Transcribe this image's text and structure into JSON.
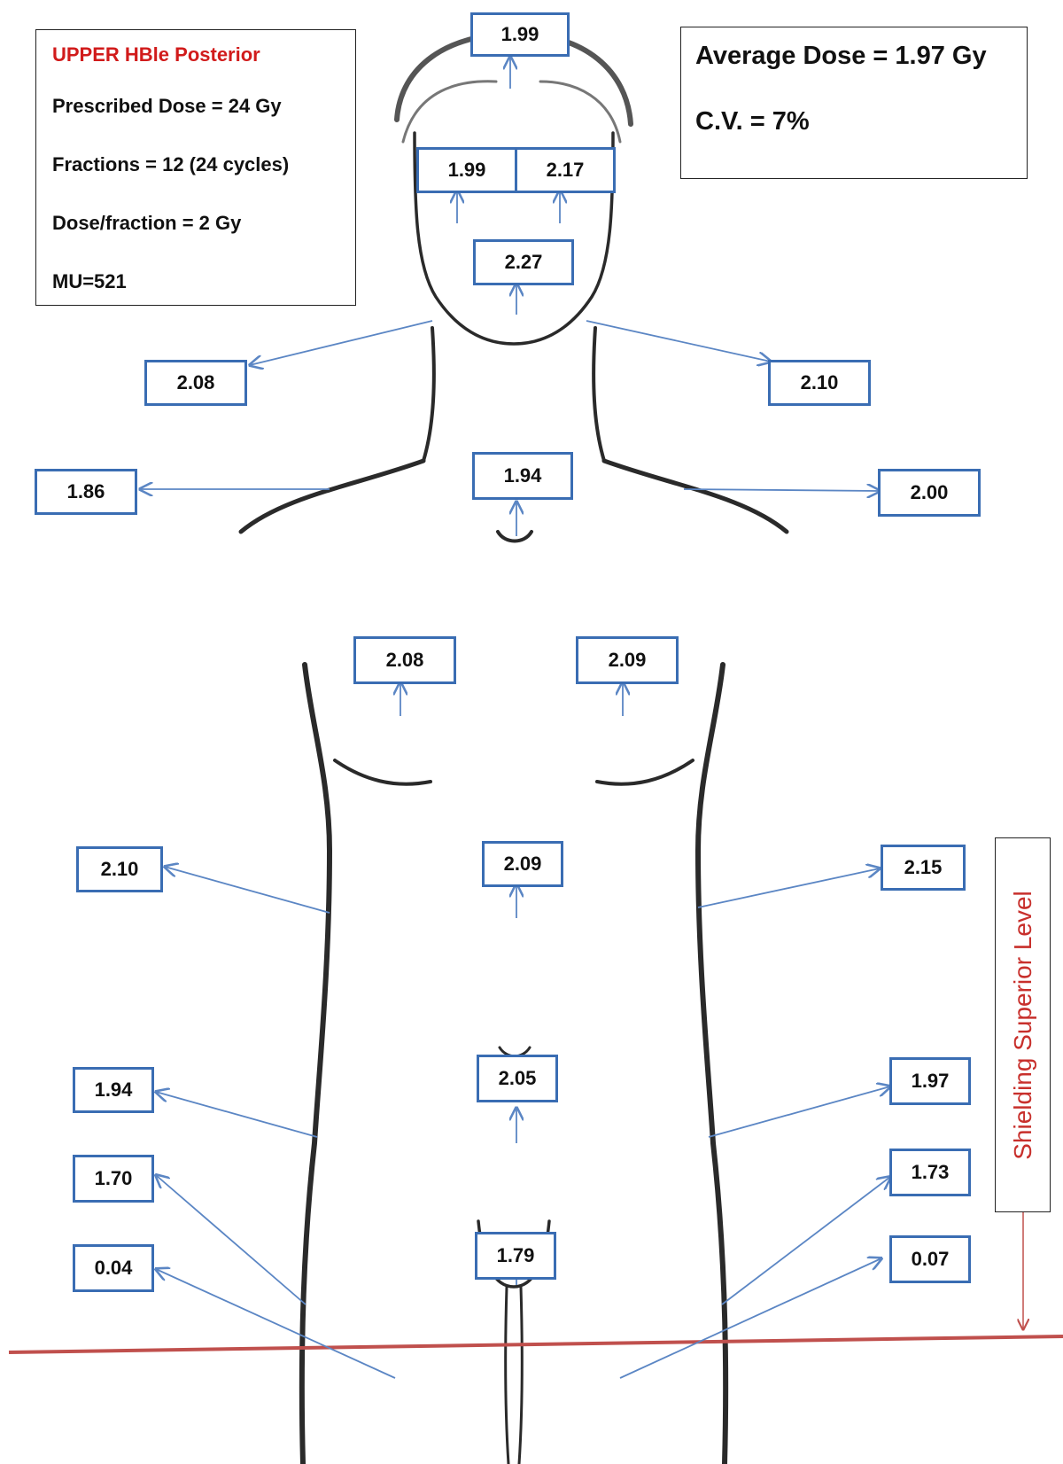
{
  "plan": {
    "title": "UPPER HBle Posterior",
    "prescribed_dose": "Prescribed Dose = 24 Gy",
    "fractions": "Fractions = 12 (24 cycles)",
    "dose_per_fraction": "Dose/fraction = 2 Gy",
    "mu": "MU=521"
  },
  "summary": {
    "average_dose": "Average Dose = 1.97 Gy",
    "cv": "C.V. = 7%"
  },
  "shielding_label": "Shielding Superior Level",
  "doses": {
    "head_top": "1.99",
    "forehead_right": "1.99",
    "forehead_left": "2.17",
    "chin": "2.27",
    "neck_right": "2.08",
    "neck_left": "2.10",
    "shoulder_right": "1.86",
    "sternal_notch": "1.94",
    "shoulder_left": "2.00",
    "chest_right": "2.08",
    "chest_left": "2.09",
    "flank_upper_right": "2.10",
    "abdomen_upper": "2.09",
    "flank_upper_left": "2.15",
    "flank_lower_right": "1.94",
    "umbilicus": "2.05",
    "flank_lower_left": "1.97",
    "hip_right": "1.70",
    "hip_left": "1.73",
    "pubis": "1.79",
    "thigh_right": "0.04",
    "thigh_left": "0.07"
  },
  "colors": {
    "box_border": "#3a6db3",
    "arrow": "#5b86c4",
    "title_red": "#d11b1b",
    "shield_line": "#c0504d",
    "outline": "#2a2a2a"
  }
}
